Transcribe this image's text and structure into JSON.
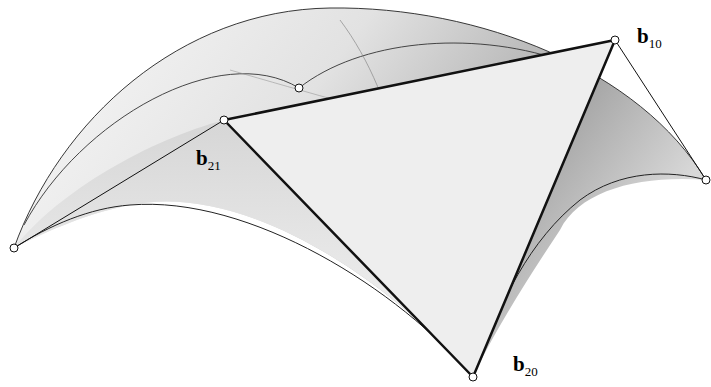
{
  "diagram": {
    "labels": [
      "b10",
      "b21",
      "b20"
    ]
  }
}
